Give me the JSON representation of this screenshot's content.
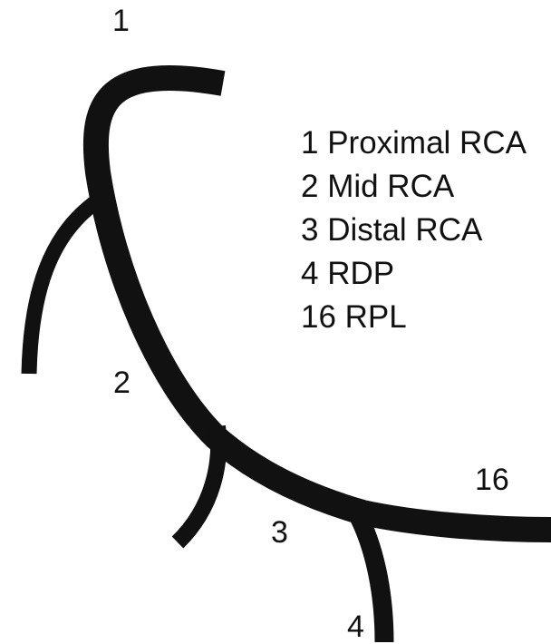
{
  "segment_labels": {
    "proximal_rca": "1",
    "mid_rca": "2",
    "distal_rca": "3",
    "rdp": "4",
    "rpl": "16"
  },
  "legend": [
    "1 Proximal RCA",
    "2 Mid RCA",
    "3 Distal RCA",
    "4 RDP",
    "16 RPL"
  ],
  "colors": {
    "vessel": "#111111",
    "text": "#111111",
    "background": "#ffffff"
  }
}
